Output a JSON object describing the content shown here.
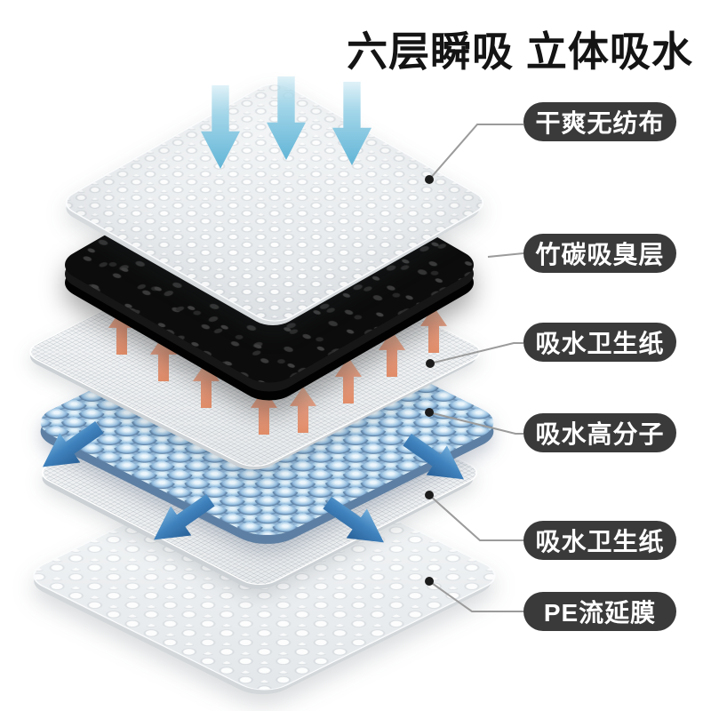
{
  "title": "六层瞬吸 立体吸水",
  "labels": [
    {
      "id": "nonwoven",
      "text": "干爽无纺布"
    },
    {
      "id": "charcoal",
      "text": "竹碳吸臭层"
    },
    {
      "id": "tissue-upper",
      "text": "吸水卫生纸"
    },
    {
      "id": "polymer",
      "text": "吸水高分子"
    },
    {
      "id": "tissue-lower",
      "text": "吸水卫生纸"
    },
    {
      "id": "pe-film",
      "text": "PE流延膜"
    }
  ],
  "colors": {
    "label_pill_bg": "#3a3a3a",
    "label_pill_text": "#ffffff",
    "title_text": "#141414",
    "leader_line": "#9b9b9b",
    "leader_dot": "#1c1c1c",
    "absorb_arrow_blue": "#62b5d7",
    "wick_arrow_salmon": "#eda184",
    "spread_arrow_blue": "#3f82bd",
    "bead_blue": "#b3d4ea",
    "charcoal_black": "#0c0c0c",
    "sheet_white": "#eef0f2"
  },
  "icons": [
    "absorb-down-arrow-icon",
    "wick-up-arrow-icon",
    "spread-out-arrow-icon",
    "leader-dot"
  ]
}
